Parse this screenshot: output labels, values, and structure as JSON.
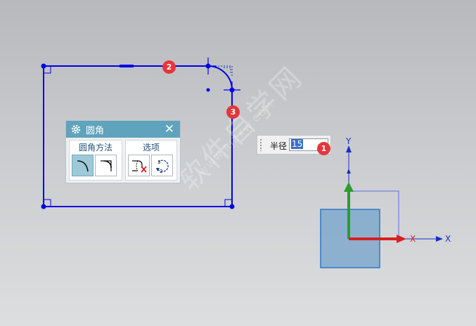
{
  "dialog": {
    "title": "圆角",
    "close_glyph": "✕",
    "groups": {
      "method_label": "圆角方法",
      "options_label": "选项"
    },
    "icons": [
      "gear-icon",
      "trim-fillet-icon",
      "untrimmed-fillet-icon",
      "delete-third-curve-icon",
      "create-alternate-fillet-icon"
    ]
  },
  "radius": {
    "label": "半径",
    "value": "15"
  },
  "callouts": [
    "1",
    "2",
    "3"
  ],
  "axes": {
    "y_label": "Y",
    "x_label": "X"
  },
  "watermark": {
    "main": "软件自学网",
    "sub": "WWW.RJZXW.COM"
  },
  "colors": {
    "sketch": "#0000e6",
    "axis_x": "#d81f1f",
    "axis_y": "#2e9b2e",
    "badge": "#e5363b",
    "dialog_title": "#5fa3bd",
    "cube": "#7fa9cd"
  }
}
